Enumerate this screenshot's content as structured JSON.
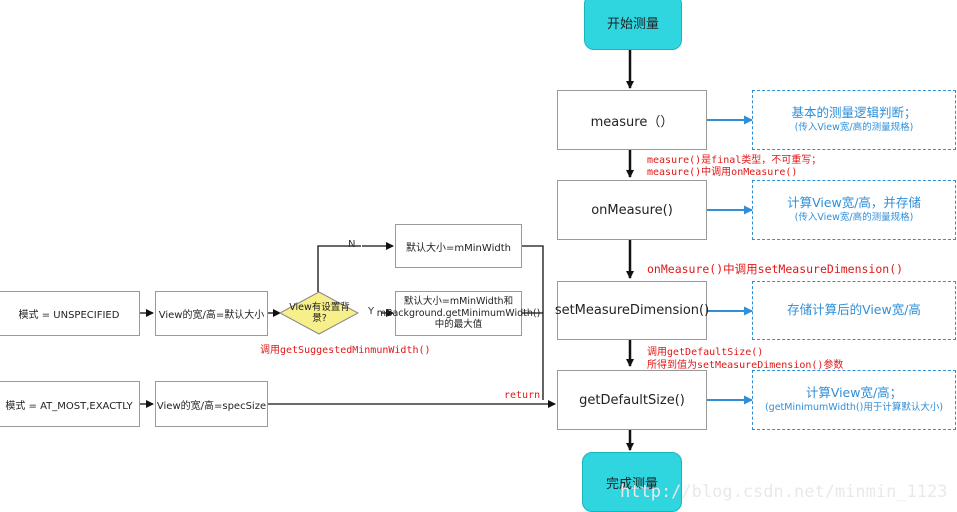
{
  "terminals": {
    "start": "开始测量",
    "end": "完成测量"
  },
  "steps": {
    "measure": "measure（）",
    "on_measure": "onMeasure()",
    "set_measure_dimension": "setMeasureDimension()",
    "get_default_size": "getDefaultSize()"
  },
  "notes": {
    "measure": {
      "title": "基本的测量逻辑判断；",
      "sub": "(传入View宽/高的测量规格)"
    },
    "on_measure": {
      "title": "计算View宽/高，并存储",
      "sub": "(传入View宽/高的测量规格)"
    },
    "set_measure_dimension": {
      "title": "存储计算后的View宽/高"
    },
    "get_default_size": {
      "title": "计算View宽/高；",
      "sub": "(getMinimumWidth()用于计算默认大小)"
    }
  },
  "annotations": {
    "measure_final": "measure()是final类型，不可重写；",
    "measure_calls": "measure()中调用onMeasure()",
    "on_measure_calls": "onMeasure()中调用setMeasureDimension()",
    "call_get_default": "调用getDefaultSize()",
    "result_param": "所得到值为setMeasureDimension()参数",
    "call_suggested": "调用getSuggestedMinmunWidth()",
    "return": "return"
  },
  "branch": {
    "mode_unspecified": "模式 = UNSPECIFIED",
    "view_default": "View的宽/高=默认大小",
    "decision": "View有设置背景?",
    "no_label": "N",
    "yes_label": "Y",
    "default_min": "默认大小=mMinWidth",
    "default_max": "默认大小=mMinWidth和mBackground.getMinimumWidth()中的最大值",
    "mode_at_most": "模式 = AT_MOST,EXACTLY",
    "view_spec": "View的宽/高=specSize"
  },
  "watermark": "http://blog.csdn.net/minmin_1123",
  "colors": {
    "terminal": "#2fd6e0",
    "note": "#2f8fd8",
    "decision": "#f6ef8a",
    "annotation": "#e01818"
  }
}
